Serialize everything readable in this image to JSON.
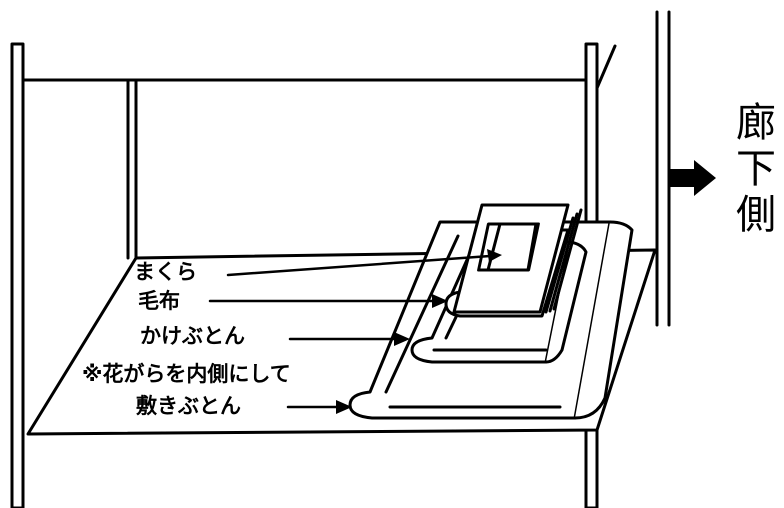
{
  "labels": {
    "pillow": "まくら",
    "blanket": "毛布",
    "comforter": "かけぶとん",
    "note": "※花がらを内側にして",
    "futon": "敷きぶとん"
  },
  "corridor": [
    "廊",
    "下",
    "側"
  ],
  "colors": {
    "ink": "#000000",
    "paper": "#ffffff"
  },
  "icons": {
    "arrow": "right-arrow-icon"
  }
}
